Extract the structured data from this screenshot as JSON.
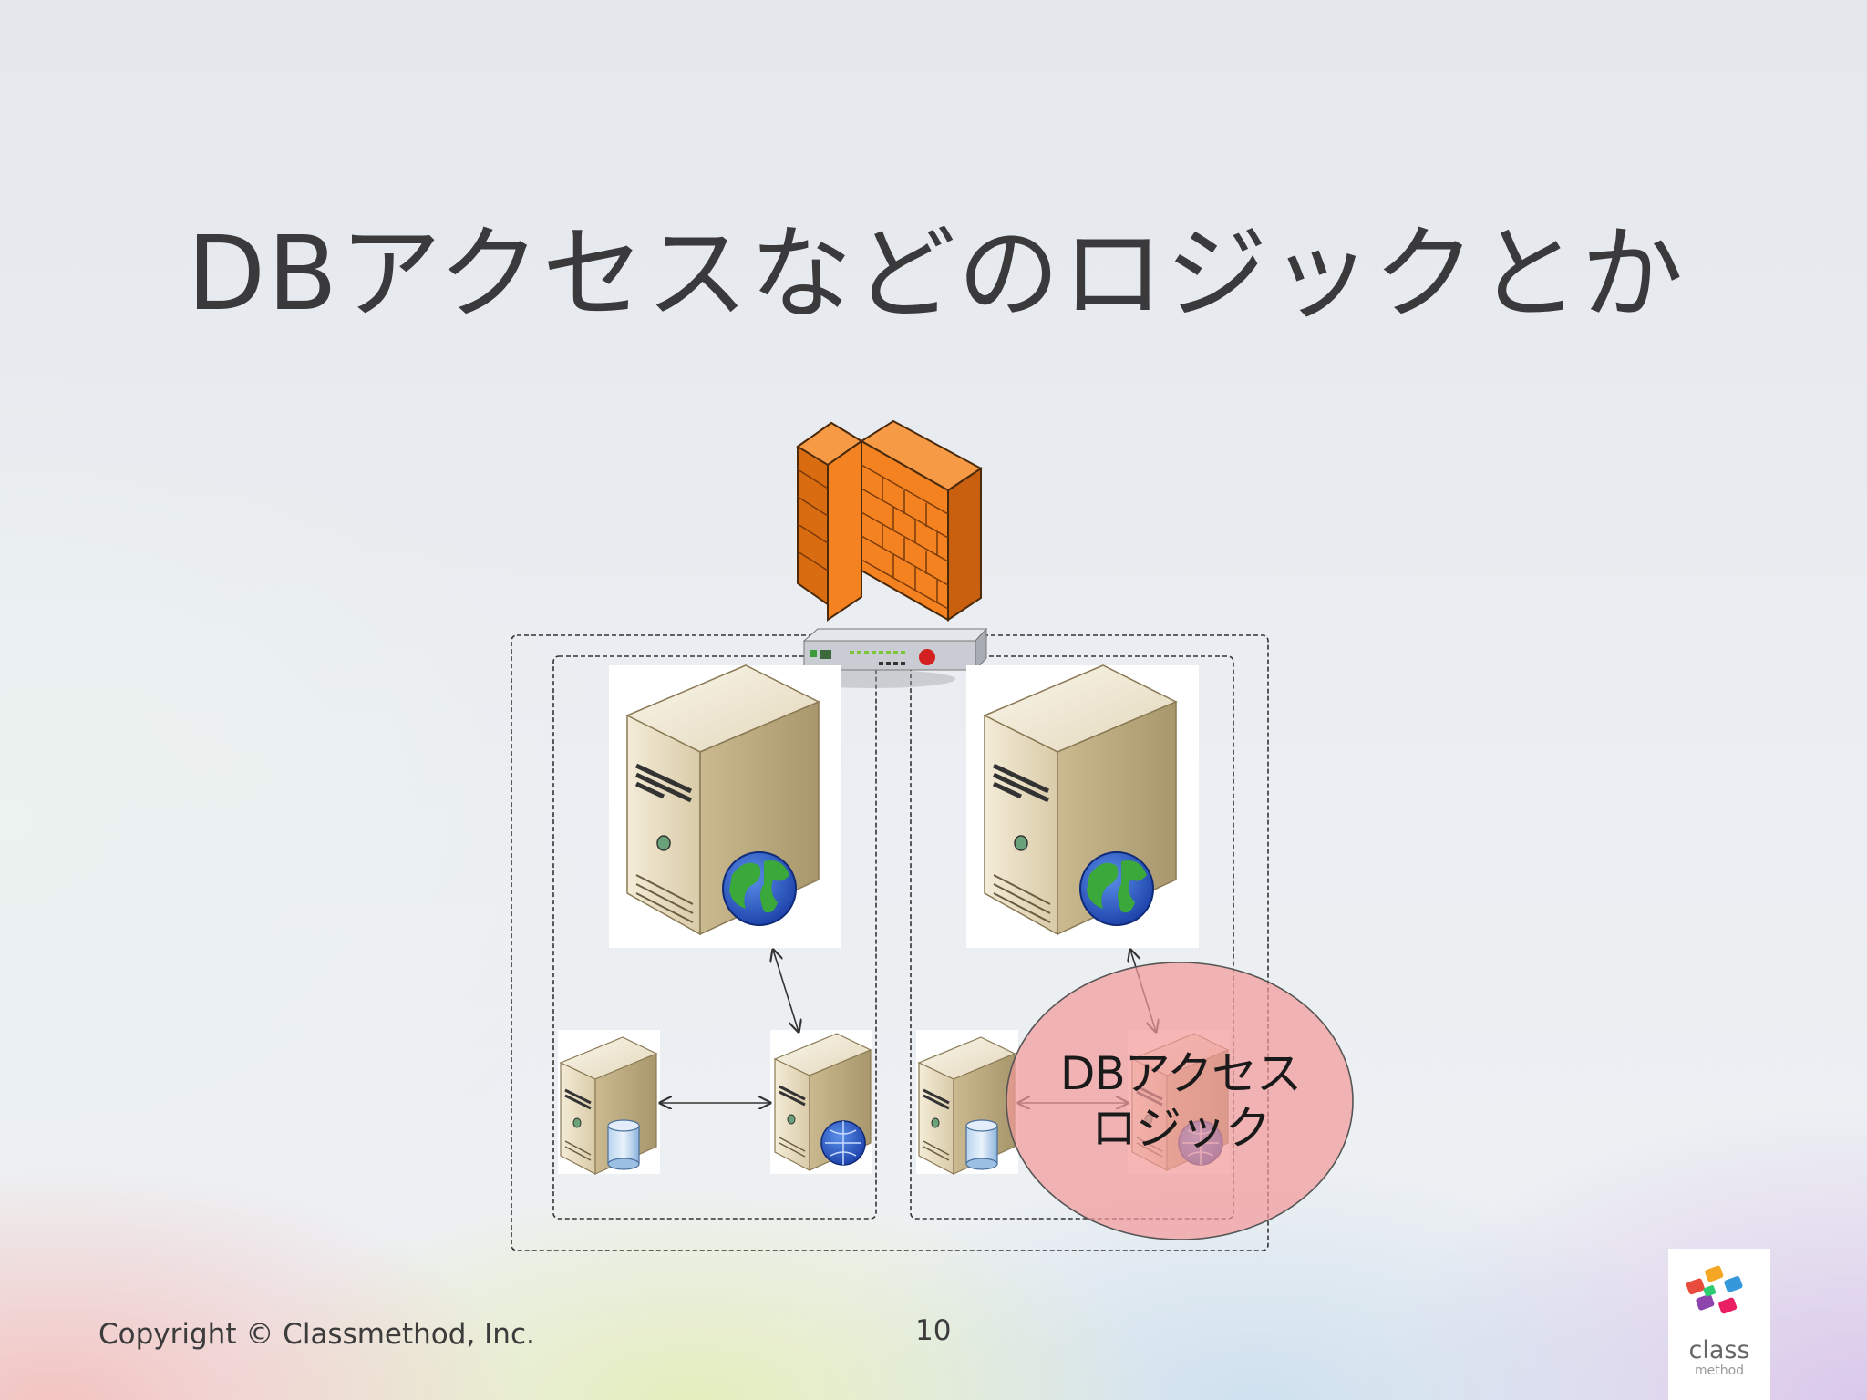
{
  "slide": {
    "title": "DBアクセスなどのロジックとか",
    "callout_line1": "DBアクセス",
    "callout_line2": "ロジック",
    "copyright": "Copyright © Classmethod, Inc.",
    "page_number": "10",
    "logo_word": "class",
    "logo_word2": "method"
  },
  "colors": {
    "firewall_orange": "#f58220",
    "server_beige": "#e8dcc0",
    "callout_fill": "#f29a9a",
    "text_dark": "#3a3a3d"
  },
  "icons": [
    "firewall-icon",
    "load-balancer-icon",
    "web-server-icon",
    "db-server-icon",
    "app-server-icon",
    "globe-icon",
    "database-icon"
  ]
}
